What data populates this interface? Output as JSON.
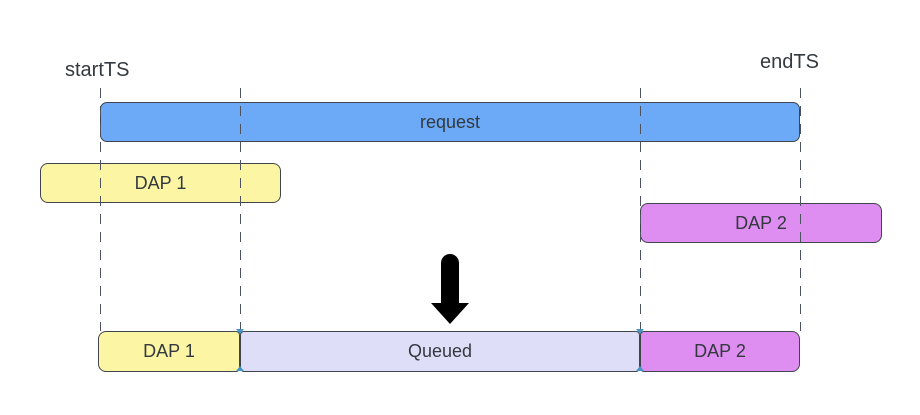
{
  "labels": {
    "start_ts": "startTS",
    "end_ts": "endTS"
  },
  "top_row": {
    "request": {
      "label": "request"
    },
    "dap1": {
      "label": "DAP 1"
    },
    "dap2": {
      "label": "DAP 2"
    }
  },
  "bottom_row": {
    "dap1": {
      "label": "DAP 1"
    },
    "queued": {
      "label": "Queued"
    },
    "dap2": {
      "label": "DAP 2"
    }
  },
  "colors": {
    "canvas_bg": "#ffffff",
    "request_fill": "#6CAAF8",
    "dap_yellow_fill": "#FCF6A4",
    "dap_purple_fill": "#DE8DF0",
    "queued_fill": "#DEDEF8",
    "stroke": "#40444C",
    "text": "#33393F",
    "dashed_line": "#4D535E",
    "arrow": "#000000",
    "junction_marker": "#4495C6"
  }
}
